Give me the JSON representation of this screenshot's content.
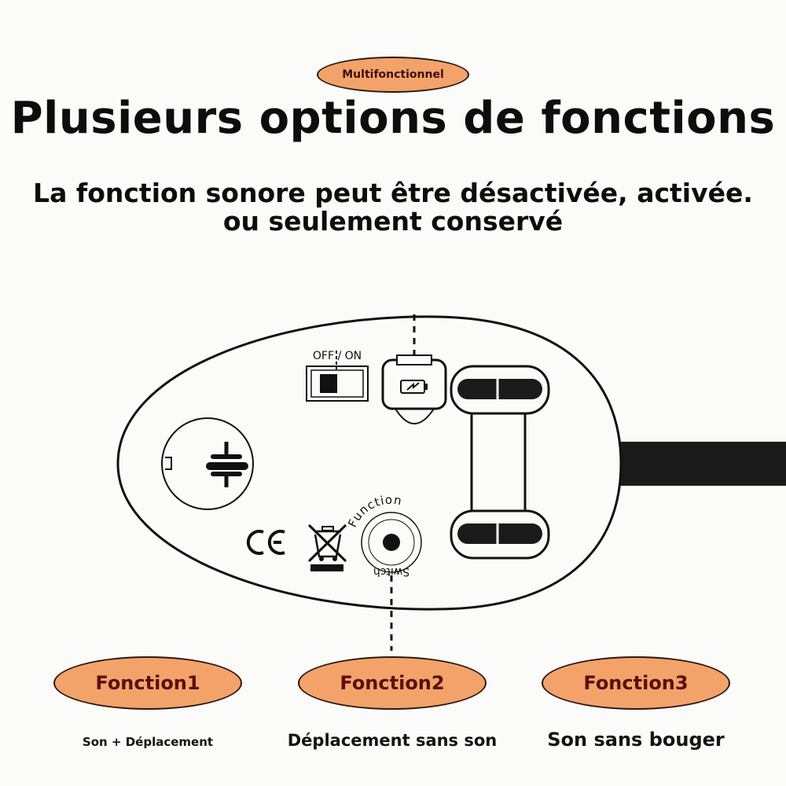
{
  "header": {
    "badge": "Multifonctionnel",
    "title": "Plusieurs options de fonctions",
    "subtitle_line1": "La fonction sonore peut être désactivée, activée.",
    "subtitle_line2": "ou seulement conservé"
  },
  "device": {
    "switch_label": "OFF / ON",
    "button_top_text": "Function",
    "button_bottom_text": "Switch",
    "ce_mark": "CE",
    "icons": [
      "power-switch-icon",
      "battery-charging-icon",
      "ce-mark-icon",
      "weee-bin-icon",
      "function-button-icon",
      "battery-contacts-icon",
      "clip-icon"
    ]
  },
  "functions": [
    {
      "label": "Fonction1",
      "description": "Son + Déplacement"
    },
    {
      "label": "Fonction2",
      "description": "Déplacement sans son"
    },
    {
      "label": "Fonction3",
      "description": "Son sans bouger"
    }
  ],
  "colors": {
    "pill_fill": "#f3a36a",
    "pill_text": "#5a0f0f",
    "outline": "#111111"
  }
}
